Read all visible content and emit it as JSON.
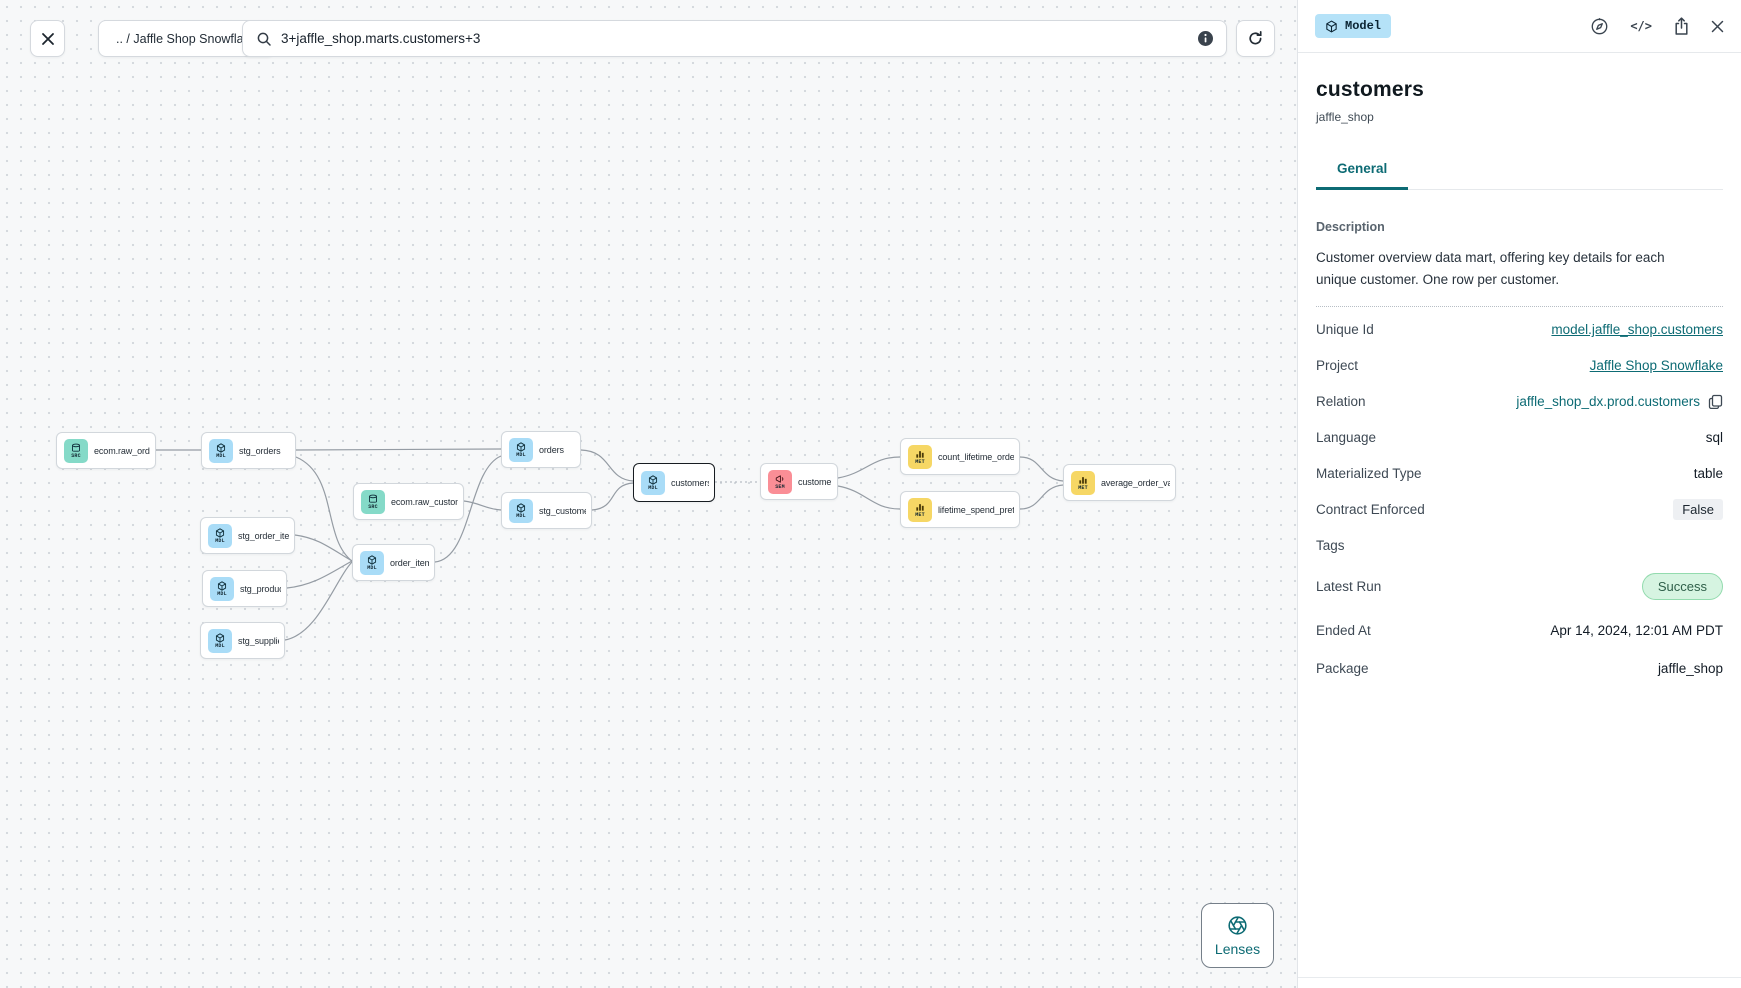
{
  "toolbar": {
    "breadcrumb": ".. / Jaffle Shop Snowflake",
    "search_value": "3+jaffle_shop.marts.customers+3"
  },
  "canvas": {
    "lenses_label": "Lenses",
    "nodes": [
      {
        "label": "ecom.raw_orders",
        "kind": "SRC"
      },
      {
        "label": "stg_orders",
        "kind": "MDL"
      },
      {
        "label": "ecom.raw_customers",
        "kind": "SRC"
      },
      {
        "label": "stg_order_items",
        "kind": "MDL"
      },
      {
        "label": "stg_products",
        "kind": "MDL"
      },
      {
        "label": "stg_supplies",
        "kind": "MDL"
      },
      {
        "label": "order_items",
        "kind": "MDL"
      },
      {
        "label": "orders",
        "kind": "MDL"
      },
      {
        "label": "stg_customers",
        "kind": "MDL"
      },
      {
        "label": "customers",
        "kind": "MDL",
        "selected": true
      },
      {
        "label": "customers",
        "kind": "SEM"
      },
      {
        "label": "count_lifetime_orders",
        "kind": "MET"
      },
      {
        "label": "lifetime_spend_pretax",
        "kind": "MET"
      },
      {
        "label": "average_order_value",
        "kind": "MET"
      }
    ],
    "edges": [
      "ecom.raw_orders → stg_orders",
      "stg_orders → orders",
      "stg_orders → order_items",
      "stg_order_items → order_items",
      "stg_products → order_items",
      "stg_supplies → order_items",
      "ecom.raw_customers → stg_customers",
      "order_items → orders",
      "orders → customers",
      "stg_customers → customers",
      "customers → customers (semantic model)",
      "customers (semantic model) → count_lifetime_orders",
      "customers (semantic model) → lifetime_spend_pretax",
      "count_lifetime_orders → average_order_value",
      "lifetime_spend_pretax → average_order_value"
    ]
  },
  "panel": {
    "type_badge": "Model",
    "title": "customers",
    "subtitle": "jaffle_shop",
    "tab_general": "General",
    "description_label": "Description",
    "description": "Customer overview data mart, offering key details for each unique customer. One row per customer.",
    "rows": [
      {
        "label": "Unique Id",
        "value": "model.jaffle_shop.customers",
        "type": "link"
      },
      {
        "label": "Project",
        "value": "Jaffle Shop Snowflake",
        "type": "link"
      },
      {
        "label": "Relation",
        "value": "jaffle_shop_dx.prod.customers",
        "type": "copy"
      },
      {
        "label": "Language",
        "value": "sql",
        "type": "text"
      },
      {
        "label": "Materialized Type",
        "value": "table",
        "type": "text"
      },
      {
        "label": "Contract Enforced",
        "value": "False",
        "type": "badge"
      },
      {
        "label": "Tags",
        "value": "",
        "type": "empty"
      },
      {
        "label": "Latest Run",
        "value": "Success",
        "type": "success"
      },
      {
        "label": "Ended At",
        "value": "Apr 14, 2024, 12:01 AM PDT",
        "type": "text"
      },
      {
        "label": "Package",
        "value": "jaffle_shop",
        "type": "text"
      }
    ]
  },
  "colors": {
    "accent_teal": "#0d6b74",
    "model_blue": "#a9dcf7",
    "source_teal": "#85dac8",
    "semantic_pink": "#fa8e96",
    "metric_yellow": "#f6d765",
    "success_bg": "#d6f4e1",
    "success_text": "#2f5f49",
    "canvas_bg": "#f7f8f9"
  }
}
